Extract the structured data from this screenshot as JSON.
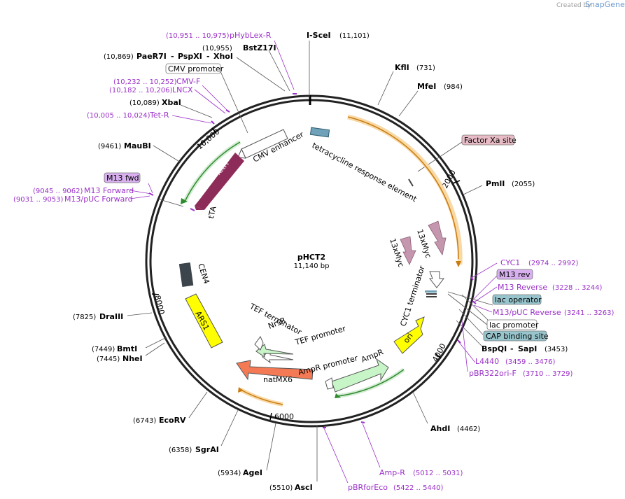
{
  "credit": {
    "text": "Created by",
    "brand": "SnapGene"
  },
  "plasmid": {
    "name": "pHCT2",
    "size": "11,140 bp"
  },
  "ticks": [
    "2000",
    "4000",
    "6000",
    "8000",
    "10,000"
  ],
  "enzymes": [
    {
      "name": "I-SceI",
      "pos": "(11,101)"
    },
    {
      "name": "KflI",
      "pos": "(731)"
    },
    {
      "name": "MfeI",
      "pos": "(984)"
    },
    {
      "name": "PmlI",
      "pos": "(2055)"
    },
    {
      "name": "BspQI",
      "name2": "SapI",
      "pos": "(3453)"
    },
    {
      "name": "AhdI",
      "pos": "(4462)"
    },
    {
      "name": "AscI",
      "pos": "(5510)"
    },
    {
      "name": "AgeI",
      "pos": "(5934)"
    },
    {
      "name": "SgrAI",
      "pos": "(6358)"
    },
    {
      "name": "EcoRV",
      "pos": "(6743)"
    },
    {
      "name": "BmtI",
      "pos": "(7449)"
    },
    {
      "name": "NheI",
      "pos": "(7445)"
    },
    {
      "name": "DraIII",
      "pos": "(7825)"
    },
    {
      "name": "MauBI",
      "pos": "(9461)"
    },
    {
      "name": "XbaI",
      "pos": "(10,089)"
    },
    {
      "name": "PaeR7I",
      "name2": "PspXI",
      "name3": "XhoI",
      "pos": "(10,869)"
    },
    {
      "name": "BstZ17I",
      "pos": "(10,955)"
    }
  ],
  "primers": [
    {
      "name": "pHybLex-R",
      "pos": "(10,951 .. 10,975)"
    },
    {
      "name": "CMV-F",
      "pos": "(10,232 .. 10,252)"
    },
    {
      "name": "LNCX",
      "pos": "(10,182 .. 10,206)"
    },
    {
      "name": "Tet-R",
      "pos": "(10,005 .. 10,024)"
    },
    {
      "name": "M13 Forward",
      "pos": "(9045 .. 9062)"
    },
    {
      "name": "M13/pUC Forward",
      "pos": "(9031 .. 9053)"
    },
    {
      "name": "CYC1",
      "pos": "(2974 .. 2992)"
    },
    {
      "name": "M13 Reverse",
      "pos": "(3228 .. 3244)"
    },
    {
      "name": "M13/pUC Reverse",
      "pos": "(3241 .. 3263)"
    },
    {
      "name": "L4440",
      "pos": "(3459 .. 3476)"
    },
    {
      "name": "pBR322ori-F",
      "pos": "(3710 .. 3729)"
    },
    {
      "name": "Amp-R",
      "pos": "(5012 .. 5031)"
    },
    {
      "name": "pBRforEco",
      "pos": "(5422 .. 5440)"
    }
  ],
  "boxed_labels": {
    "cmv_promoter": "CMV promoter",
    "factor_xa": "Factor Xa site",
    "m13_fwd": "M13 fwd",
    "m13_rev": "M13 rev",
    "lac_operator": "lac operator",
    "lac_promoter": "lac promoter",
    "cap_site": "CAP binding site"
  },
  "features": {
    "cmv_enhancer": "CMV enhancer",
    "tre": "tetracycline response element",
    "tetr": "TetR",
    "tta": "tTA",
    "myc1": "13xMyc",
    "myc2": "13xMyc",
    "cyc1_term": "CYC1 terminator",
    "ori": "ori",
    "ampr": "AmpR",
    "ampr_promoter": "AmpR promoter",
    "natmx6": "natMX6",
    "tef_terminator": "TEF terminator",
    "nrsr": "NrsR",
    "tef_promoter": "TEF promoter",
    "cen4": "CEN4",
    "ars1": "ARS1"
  },
  "colors": {
    "backbone": "#222222",
    "orf_orange": "#f08e16",
    "orf_green": "#2e8b2e",
    "tetr": "#8e2c59",
    "myc": "#c597ae",
    "ori": "#ffff00",
    "ampr": "#c7f5c7",
    "natmx6": "#f47a55",
    "cen4": "#3c444c",
    "ars1": "#ffff00",
    "primer": "#9b30c8",
    "misc_box": "#e8bcc7",
    "lac_box": "#98c5cd",
    "m13_box": "#d8b0f0"
  }
}
